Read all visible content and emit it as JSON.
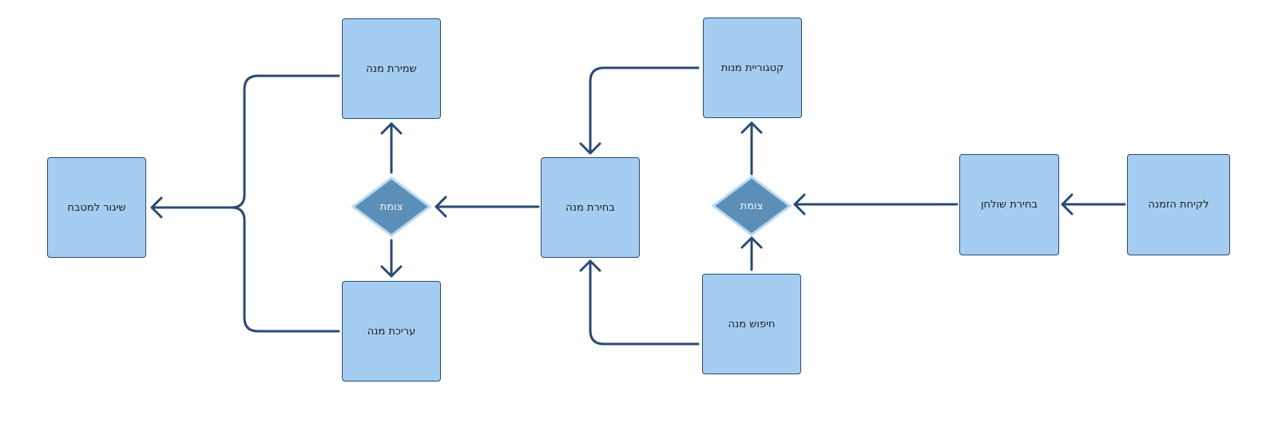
{
  "colors": {
    "node_fill": "#a4cdf1",
    "node_border": "#2d4a6f",
    "diamond_fill": "#5b8fb8",
    "diamond_border": "#b8d8f2",
    "edge": "#2a4a72"
  },
  "nodes": {
    "take_order": "לקיחת הזמנה",
    "choose_table": "בחירת שולחן",
    "dish_category": "קטגוריית מנות",
    "dish_search": "חיפוש מנה",
    "choose_dish": "בחירת מנה",
    "save_dish": "שמירת מנה",
    "edit_dish": "עריכת מנה",
    "send_to_kitchen": "שיגור למטבח"
  },
  "junctions": {
    "right": "צומת",
    "left": "צומת"
  }
}
